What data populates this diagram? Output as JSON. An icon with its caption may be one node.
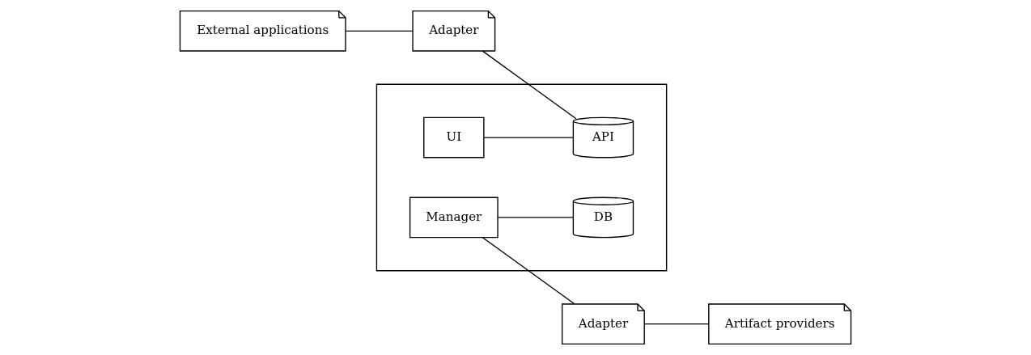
{
  "diagram": {
    "nodes": [
      {
        "text": [
          "External applications"
        ]
      },
      {
        "text": [
          "Adapter"
        ]
      },
      {
        "text": [],
        "shape": "box"
      },
      {
        "text": [
          "UI"
        ],
        "in": 2
      },
      {
        "text": [
          "API"
        ],
        "in": 2
      },
      {
        "text": [
          "Manager"
        ],
        "in": 2
      },
      {
        "text": [
          "DB"
        ],
        "in": 2
      },
      {
        "text": [
          "Adapter"
        ]
      },
      {
        "text": [
          "Artifact providers"
        ]
      }
    ],
    "edges": [
      {
        "from": 0,
        "to": 1,
        "arrow": "none"
      },
      {
        "from": 1,
        "to": 4,
        "arrow": "none"
      },
      {
        "from": 3,
        "to": 4,
        "arrow": "none"
      },
      {
        "from": 5,
        "to": 7,
        "arrow": "none"
      },
      {
        "from": 5,
        "to": 6,
        "arrow": "none"
      },
      {
        "from": 7,
        "to": 8,
        "arrow": "none"
      }
    ]
  }
}
